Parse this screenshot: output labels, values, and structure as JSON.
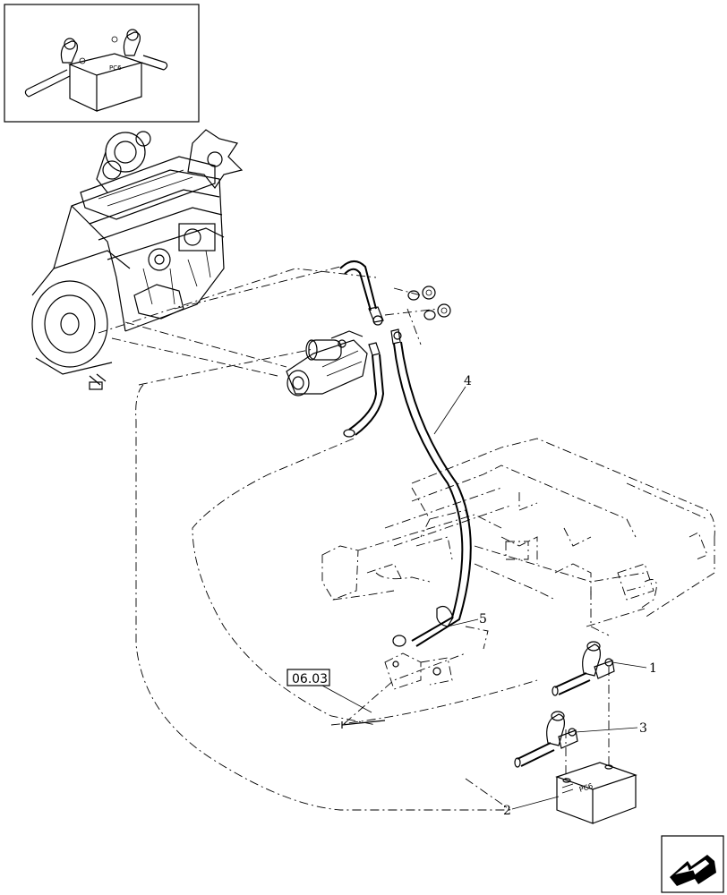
{
  "callouts": {
    "part_1": "1",
    "part_2": "2",
    "part_3": "3",
    "part_4": "4",
    "part_5": "5"
  },
  "reference_box": {
    "label": "06.03"
  },
  "battery_marking": {
    "text": "PC6"
  },
  "icons": {
    "inset": "battery-location-inset",
    "navigation": "next-page-arrow-icon"
  },
  "colors": {
    "line": "#000000",
    "background": "#ffffff"
  }
}
